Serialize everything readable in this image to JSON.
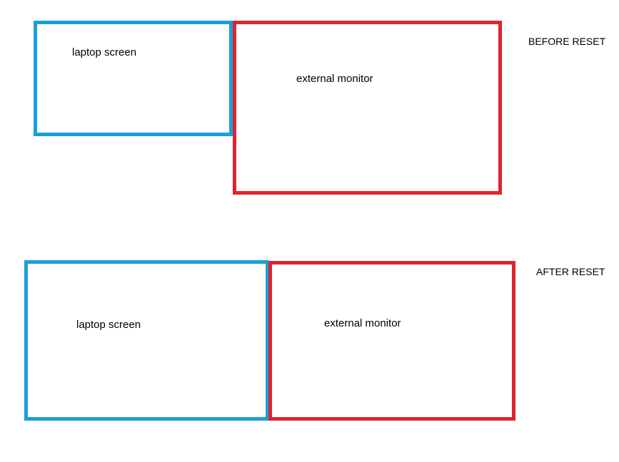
{
  "before": {
    "heading": "BEFORE RESET",
    "laptop_label": "laptop screen",
    "monitor_label": "external monitor"
  },
  "after": {
    "heading": "AFTER RESET",
    "laptop_label": "laptop screen",
    "monitor_label": "external monitor"
  },
  "colors": {
    "laptop": "#1a9fd8",
    "monitor": "#dd2530",
    "text": "#000000",
    "background": "#ffffff"
  }
}
